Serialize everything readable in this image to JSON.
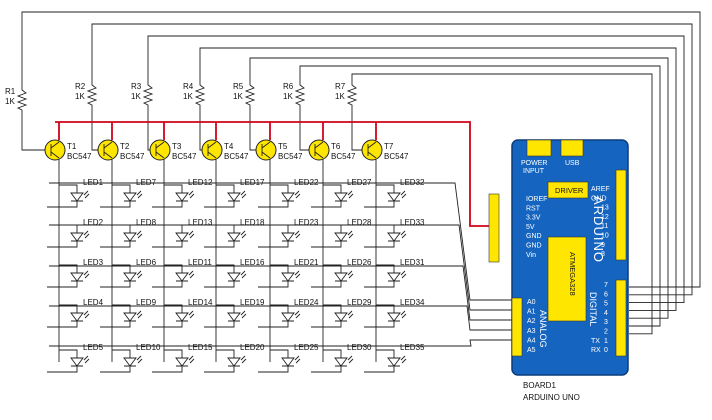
{
  "resistors": [
    {
      "ref": "R1",
      "value": "1K"
    },
    {
      "ref": "R2",
      "value": "1K"
    },
    {
      "ref": "R3",
      "value": "1K"
    },
    {
      "ref": "R4",
      "value": "1K"
    },
    {
      "ref": "R5",
      "value": "1K"
    },
    {
      "ref": "R6",
      "value": "1K"
    },
    {
      "ref": "R7",
      "value": "1K"
    }
  ],
  "transistors": [
    {
      "ref": "T1",
      "part": "BC547"
    },
    {
      "ref": "T2",
      "part": "BC547"
    },
    {
      "ref": "T3",
      "part": "BC547"
    },
    {
      "ref": "T4",
      "part": "BC547"
    },
    {
      "ref": "T5",
      "part": "BC547"
    },
    {
      "ref": "T6",
      "part": "BC547"
    },
    {
      "ref": "T7",
      "part": "BC547"
    }
  ],
  "led_grid": [
    [
      "LED1",
      "LED7",
      "LED12",
      "LED17",
      "LED22",
      "LED27",
      "LED32"
    ],
    [
      "LED2",
      "LED8",
      "LED13",
      "LED18",
      "LED23",
      "LED28",
      "LED33"
    ],
    [
      "LED3",
      "LED6",
      "LED11",
      "LED16",
      "LED21",
      "LED26",
      "LED31"
    ],
    [
      "LED4",
      "LED9",
      "LED14",
      "LED19",
      "LED24",
      "LED29",
      "LED34"
    ],
    [
      "LED5",
      "LED10",
      "LED15",
      "LED20",
      "LED25",
      "LED30",
      "LED35"
    ]
  ],
  "board": {
    "name": "ARDUINO",
    "chip": "ATMEGA328",
    "driver": "DRIVER",
    "power_label": "POWER INPUT",
    "usb_label": "USB",
    "analog_label": "ANALOG",
    "digital_label": "DIGITAL",
    "left_pins": [
      "IOREF",
      "RST",
      "3.3V",
      "5V",
      "GND",
      "GND",
      "Vin"
    ],
    "analog_pins": [
      "A0",
      "A1",
      "A2",
      "A3",
      "A4",
      "A5"
    ],
    "right_top_pins": [
      "AREF",
      "GND",
      "13",
      "12",
      "11",
      "10",
      "9",
      "8"
    ],
    "right_bottom_pins": [
      "7",
      "6",
      "5",
      "4",
      "3",
      "2",
      "TX",
      "RX"
    ],
    "right_bottom_nums": [
      "",
      "",
      "",
      "",
      "",
      "",
      "1",
      "0"
    ],
    "designator": "BOARD1",
    "model": "ARDUINO UNO",
    "board_color": "#1565c0",
    "pin_color": "#ffe600",
    "transistor_color": "#ffe600",
    "supply_wire_color": "#d0021b"
  }
}
